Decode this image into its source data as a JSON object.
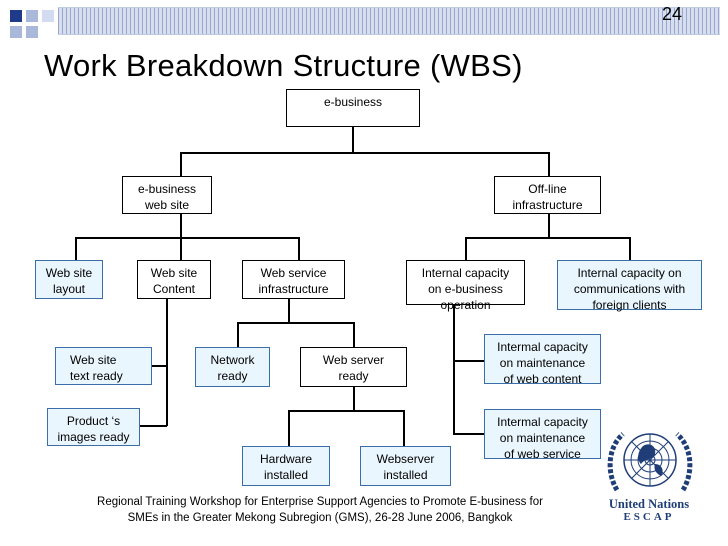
{
  "slide": {
    "page_number": "24",
    "title": "Work Breakdown Structure (WBS)",
    "footer": "Regional Training Workshop for Enterprise Support Agencies to Promote E-business for\nSMEs in the Greater Mekong Subregion (GMS), 26-28 June 2006, Bangkok"
  },
  "wbs": {
    "root": "e-business",
    "ebusiness_web_site": "e-business\nweb site",
    "offline_infrastructure": "Off-line\ninfrastructure",
    "web_site_layout": "Web site\nlayout",
    "web_site_content": "Web site\nContent",
    "web_service_infrastructure": "Web service\ninfrastructure",
    "internal_capacity_ebusiness": "Internal capacity\non e-business\noperation",
    "internal_capacity_foreign": "Internal capacity on\ncommunications with\nforeign clients",
    "web_site_text_ready": "Web site\ntext ready",
    "product_images_ready": "Product ‘s\nimages  ready",
    "network_ready": "Network\nready",
    "web_server_ready": "Web server\nready",
    "hardware_installed": "Hardware\ninstalled",
    "webserver_installed": "Webserver\ninstalled",
    "maintenance_web_content": "Intermal capacity\non maintenance\nof web content",
    "maintenance_web_service": "Intermal capacity\non maintenance\nof web service"
  },
  "logo": {
    "name": "United Nations",
    "sub": "ESCAP"
  },
  "colors": {
    "blue_box_fill": "#eaf6fd",
    "blue_box_border": "#3b6ea8",
    "logo_blue": "#1f3e78"
  }
}
